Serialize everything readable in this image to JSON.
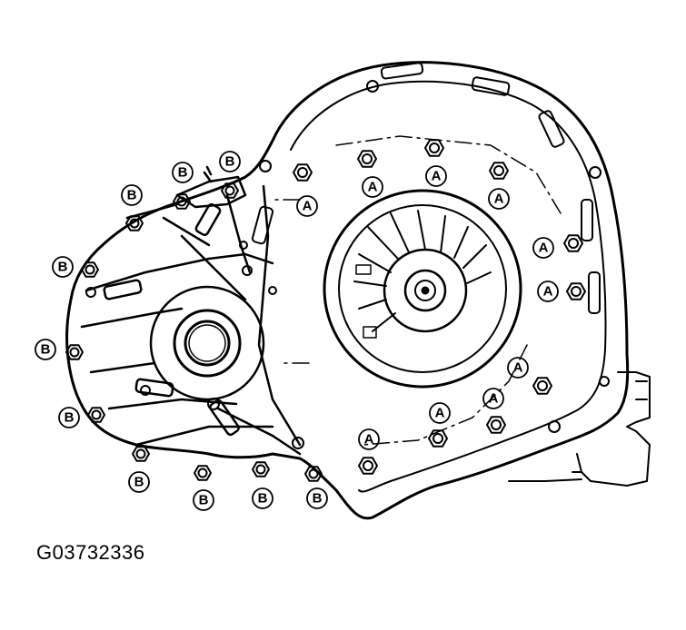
{
  "figure_code": "G03732336",
  "callouts": {
    "a": "A",
    "b": "B"
  },
  "colors": {
    "ink": "#000000",
    "paper": "#ffffff"
  }
}
